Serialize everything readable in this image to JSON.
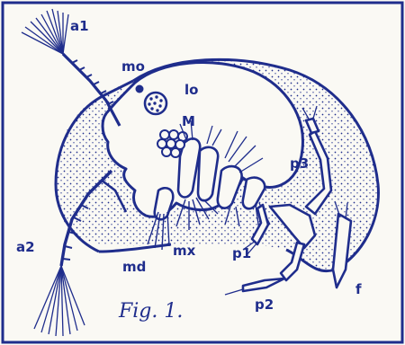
{
  "colors": {
    "ink": "#1f2d8c",
    "paper": "#faf9f4"
  },
  "labels": {
    "a1": "a1",
    "mo": "mo",
    "lo": "lo",
    "M": "M",
    "p3": "p3",
    "a2": "a2",
    "md": "md",
    "mx": "mx",
    "p1": "p1",
    "p2": "p2",
    "f": "f"
  },
  "caption": "Fig. 1."
}
